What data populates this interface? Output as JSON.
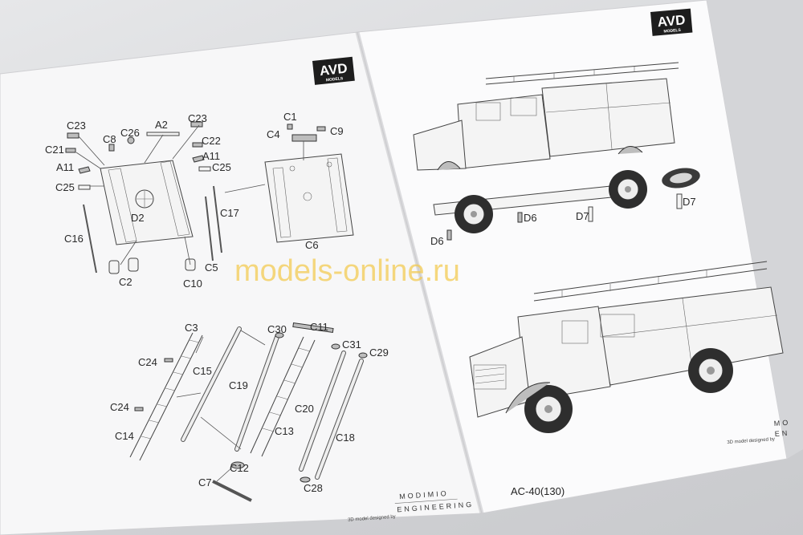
{
  "logo": {
    "main": "AVD",
    "sub": "MODELS"
  },
  "left_page": {
    "top_assembly_labels": [
      "C23",
      "C26",
      "A2",
      "C23",
      "C8",
      "C21",
      "C22",
      "A11",
      "A11",
      "C25",
      "C25",
      "D2",
      "C17",
      "C16",
      "C2",
      "C10",
      "C5"
    ],
    "top_right_labels": [
      "C1",
      "C4",
      "C9",
      "C6"
    ],
    "bottom_assembly_labels": [
      "C3",
      "C24",
      "C15",
      "C19",
      "C30",
      "C11",
      "C31",
      "C29",
      "C24",
      "C20",
      "C13",
      "C14",
      "C18",
      "C12",
      "C7",
      "C28"
    ],
    "footer": {
      "designed_by": "3D model designed by",
      "brand_top": "MODIMIO",
      "brand_bottom": "ENGINEERING"
    }
  },
  "right_page": {
    "labels": [
      "D7",
      "D6",
      "D7",
      "D6"
    ],
    "model_name": "AC-40(130)",
    "footer": {
      "designed_by": "3D model designed by",
      "brand_top": "MO",
      "brand_bottom": "EN"
    }
  },
  "watermark": "models-online.ru"
}
